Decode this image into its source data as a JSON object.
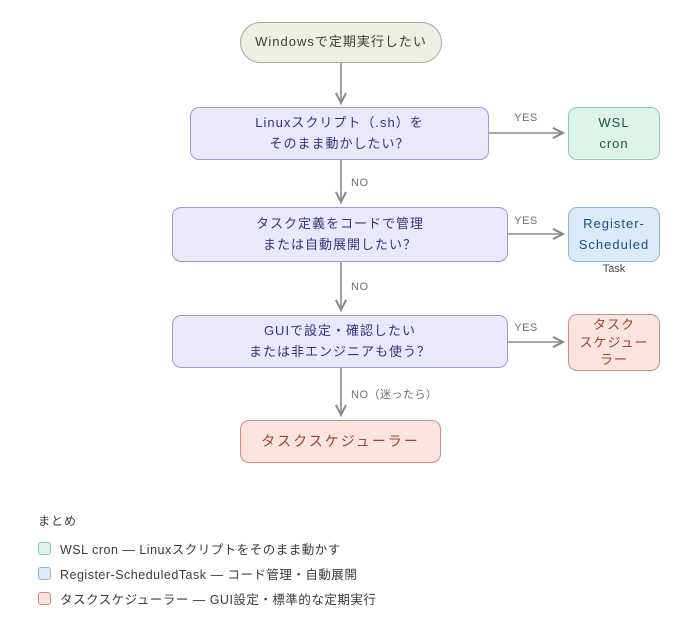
{
  "diagram": {
    "start": {
      "label": "Windowsで定期実行したい"
    },
    "q1": {
      "line1": "Linuxスクリプト（.sh）を",
      "line2": "そのまま動かしたい？"
    },
    "wsl": {
      "line1": "WSL",
      "line2": "cron"
    },
    "q2": {
      "line1": "タスク定義をコードで管理",
      "line2": "または自動展開したい？"
    },
    "register": {
      "line1": "Register-",
      "line2": "Scheduled",
      "overflow": "Task"
    },
    "q3": {
      "line1": "GUIで設定・確認したい",
      "line2": "または非エンジニアも使う？"
    },
    "task_side": {
      "line1": "タスク",
      "line2": "スケジュー",
      "line3": "ラー"
    },
    "task_bottom": {
      "label": "タスクスケジューラー"
    },
    "edges": {
      "yes1": "YES",
      "no1": "NO",
      "yes2": "YES",
      "no2": "NO",
      "yes3": "YES",
      "no3": "NO（迷ったら）"
    }
  },
  "legend": {
    "title": "まとめ",
    "items": [
      {
        "color": "green",
        "label": "WSL cron — Linuxスクリプトをそのまま動かす"
      },
      {
        "color": "blue",
        "label": "Register-ScheduledTask — コード管理・自動展開"
      },
      {
        "color": "pink",
        "label": "タスクスケジューラー — GUI設定・標準的な定期実行"
      }
    ]
  },
  "colors": {
    "q_fill": "#e9e9fb",
    "q_border": "#9b9bd7",
    "q_text": "#34347e",
    "start_fill": "#f0efe4",
    "start_border": "#a8a79a",
    "start_text": "#3c3c3c",
    "green_fill": "#def4e9",
    "green_border": "#8fc9ad",
    "green_text": "#1a5948",
    "blue_fill": "#dcebf9",
    "blue_border": "#90b6da",
    "blue_text": "#1d4f80",
    "pink_fill": "#fbe4de",
    "pink_border": "#d0907f",
    "pink_text": "#9a432f",
    "arrow": "#8a8a8a",
    "edge_label": "#6f6f6f",
    "legend_text": "#3b3b3b",
    "overflow_label": "#4a4a4a"
  }
}
